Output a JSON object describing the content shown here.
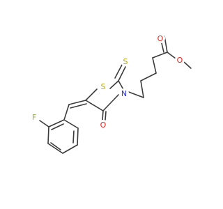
{
  "molecule": {
    "atoms": {
      "fluorine": {
        "symbol": "F",
        "color": "#8ab43c"
      },
      "sulfur_ring": {
        "symbol": "S",
        "color": "#b7a800"
      },
      "sulfur_thione": {
        "symbol": "S",
        "color": "#b7a800"
      },
      "nitrogen": {
        "symbol": "N",
        "color": "#2b33d8"
      },
      "oxygen_ketone": {
        "symbol": "O",
        "color": "#e2231a"
      },
      "oxygen_carbonyl": {
        "symbol": "O",
        "color": "#e2231a"
      },
      "oxygen_ester": {
        "symbol": "O",
        "color": "#e2231a"
      }
    },
    "bond_color": "#3a3a3a"
  }
}
